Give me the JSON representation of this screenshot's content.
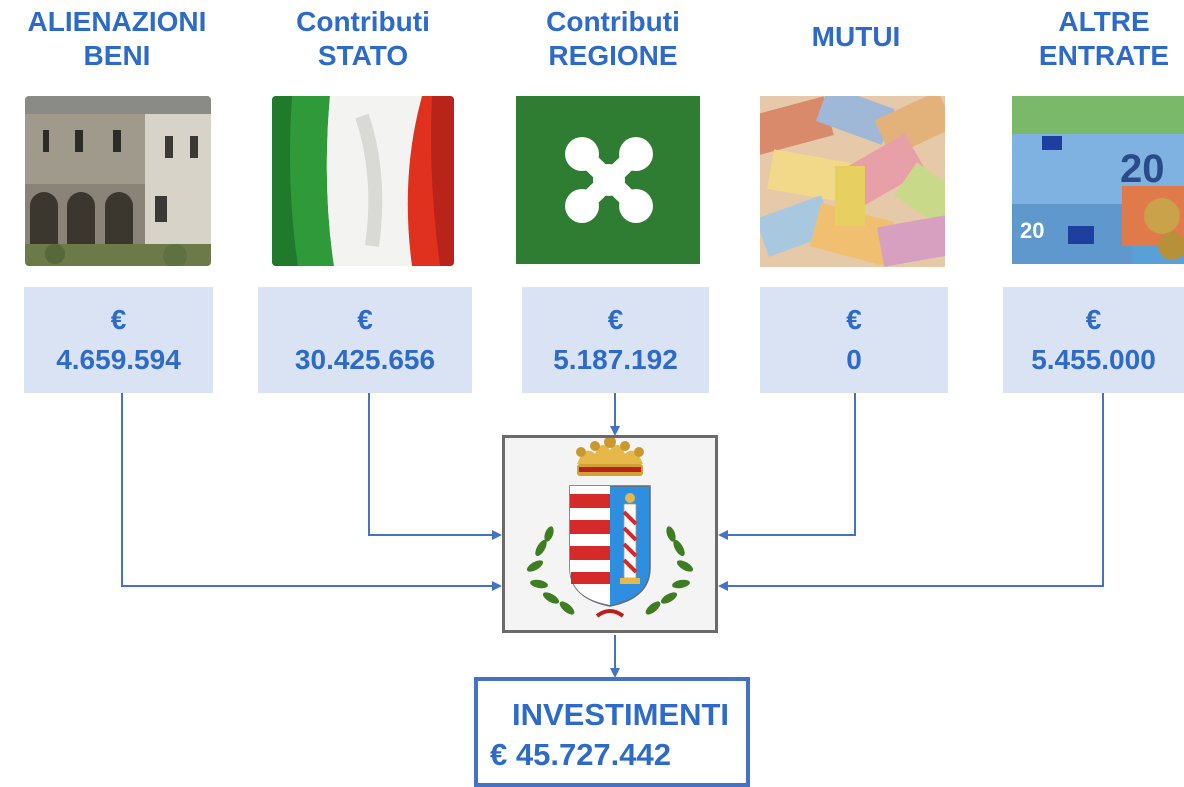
{
  "sources": [
    {
      "id": "alienazioni",
      "title_lines": [
        "ALIENAZIONI",
        "BENI"
      ],
      "currency": "€",
      "amount": "4.659.594",
      "icon": "building-photo-icon"
    },
    {
      "id": "stato",
      "title_lines": [
        "Contributi",
        "STATO"
      ],
      "currency": "€",
      "amount": "30.425.656",
      "icon": "italian-flag-icon"
    },
    {
      "id": "regione",
      "title_lines": [
        "Contributi",
        "REGIONE"
      ],
      "currency": "€",
      "amount": "5.187.192",
      "icon": "lombardy-region-flag-icon"
    },
    {
      "id": "mutui",
      "title_lines": [
        "MUTUI"
      ],
      "currency": "€",
      "amount": "0",
      "icon": "euro-banknotes-icon"
    },
    {
      "id": "altre",
      "title_lines": [
        "ALTRE",
        "ENTRATE"
      ],
      "currency": "€",
      "amount": "5.455.000",
      "icon": "euro-notes-coins-icon"
    }
  ],
  "center": {
    "icon": "municipal-coat-of-arms-icon"
  },
  "result": {
    "label": "INVESTIMENTI",
    "amount": "€ 45.727.442"
  },
  "colors": {
    "accent": "#2e6bc8",
    "box_fill": "#dae3f3",
    "connector": "#4472c4",
    "region_green": "#2e7d32"
  }
}
